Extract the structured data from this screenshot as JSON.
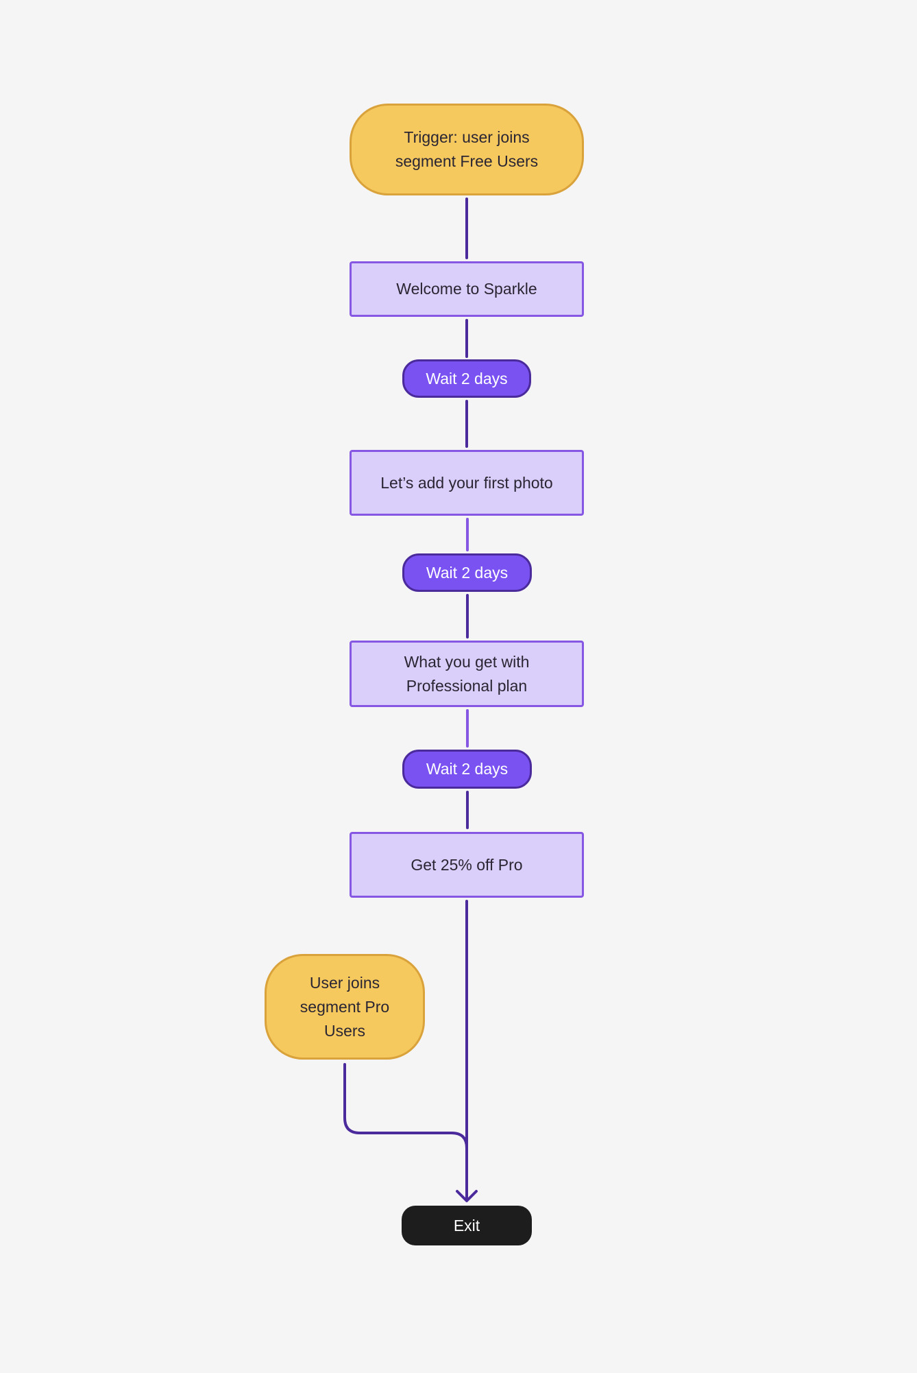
{
  "diagram": {
    "trigger": "Trigger: user joins segment Free Users",
    "step1": "Welcome to Sparkle",
    "wait1": "Wait 2 days",
    "step2": "Let’s add your first photo",
    "wait2": "Wait 2 days",
    "step3": "What you get with Professional plan",
    "wait3": "Wait 2 days",
    "step4": "Get 25% off Pro",
    "exit_trigger": "User joins segment Pro Users",
    "exit": "Exit"
  },
  "colors": {
    "trigger_fill": "#f6c95f",
    "trigger_border": "#d9a23a",
    "email_fill": "#d9cffa",
    "email_border": "#8557e3",
    "wait_fill": "#7a52f2",
    "wait_border": "#4b2a9c",
    "connector": "#4b2a9c",
    "connector_light": "#8557e3",
    "exit_fill": "#1d1d1d",
    "background": "#f5f5f5"
  }
}
